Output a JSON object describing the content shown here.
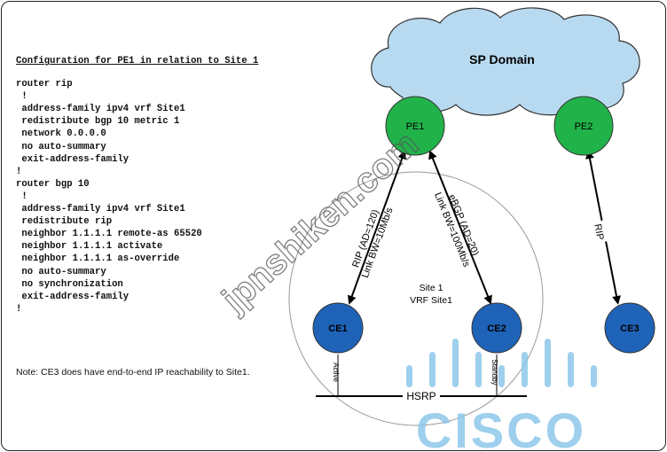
{
  "config": {
    "title": "Configuration for PE1 in relation to Site 1",
    "lines": [
      "router rip",
      " !",
      " address-family ipv4 vrf Site1",
      " redistribute bgp 10 metric 1",
      " network 0.0.0.0",
      " no auto-summary",
      " exit-address-family",
      "!",
      "router bgp 10",
      " !",
      " address-family ipv4 vrf Site1",
      " redistribute rip",
      " neighbor 1.1.1.1 remote-as 65520",
      " neighbor 1.1.1.1 activate",
      " neighbor 1.1.1.1 as-override",
      " no auto-summary",
      " no synchronization",
      " exit-address-family",
      "!"
    ]
  },
  "note": "Note: CE3 does have end-to-end IP reachability to Site1.",
  "diagram": {
    "cloud_label": "SP Domain",
    "pe1": "PE1",
    "pe2": "PE2",
    "ce1": "CE1",
    "ce2": "CE2",
    "ce3": "CE3",
    "rip_link_line1": "RIP (AD=120)",
    "rip_link_line2": "Link BW=10Mb/s",
    "ebgp_link_line1": "eBGP (AD=20)",
    "ebgp_link_line2": "Link BW=100Mb/s",
    "rip_ce3": "RIP",
    "site_line1": "Site 1",
    "site_line2": "VRF Site1",
    "ce1_port": "Active",
    "ce2_port": "Standby",
    "hsrp": "HSRP",
    "watermark": "jpnshiken.com",
    "logo": "CISCO"
  },
  "colors": {
    "cloud": "#b8daf0",
    "pe_node": "#22b24a",
    "ce_node": "#1f63b8",
    "cisco_logo": "#8ec7ea",
    "watermark": "#555555"
  }
}
